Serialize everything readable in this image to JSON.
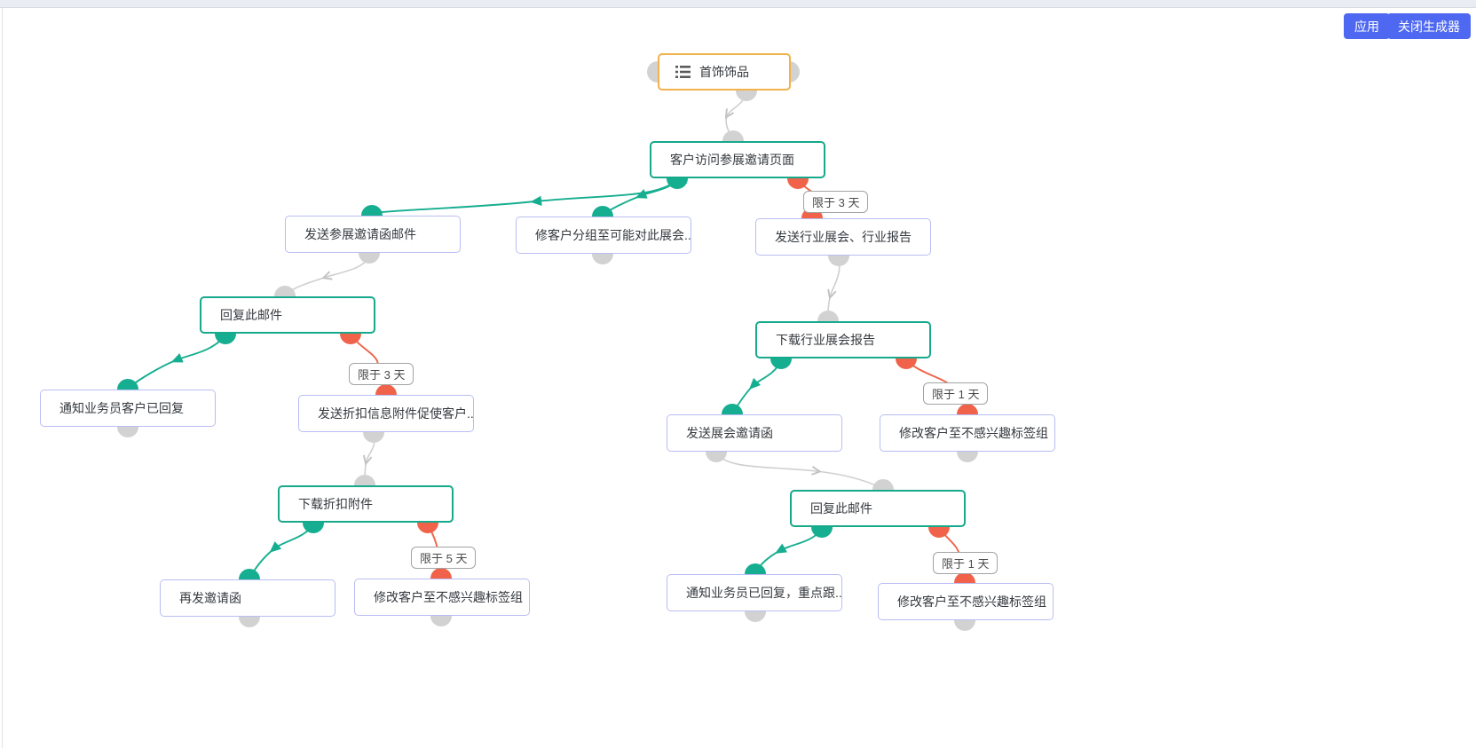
{
  "toolbar": {
    "apply_label": "应用",
    "close_label": "关闭生成器"
  },
  "colors": {
    "teal": "#16ae90",
    "red": "#f0634a",
    "root_border": "#f2b24c",
    "node_border": "#b9bdf3",
    "gray_dot": "#d2d2d2",
    "button_bg": "#4e68f1"
  },
  "nodes": [
    {
      "label": "首饰饰品",
      "icon": "list-icon",
      "kind": "trigger"
    },
    {
      "label": "客户访问参展邀请页面",
      "kind": "condition"
    },
    {
      "label": "发送参展邀请函邮件",
      "kind": "action"
    },
    {
      "label": "修客户分组至可能对此展会...",
      "kind": "action"
    },
    {
      "label": "发送行业展会、行业报告",
      "kind": "action"
    },
    {
      "label": "回复此邮件",
      "kind": "condition"
    },
    {
      "label": "通知业务员客户已回复",
      "kind": "action"
    },
    {
      "label": "发送折扣信息附件促使客户...",
      "kind": "action"
    },
    {
      "label": "下载折扣附件",
      "kind": "condition"
    },
    {
      "label": "再发邀请函",
      "kind": "action"
    },
    {
      "label": "修改客户至不感兴趣标签组",
      "kind": "action"
    },
    {
      "label": "下载行业展会报告",
      "kind": "condition"
    },
    {
      "label": "发送展会邀请函",
      "kind": "action"
    },
    {
      "label": "修改客户至不感兴趣标签组",
      "kind": "action"
    },
    {
      "label": "回复此邮件",
      "kind": "condition"
    },
    {
      "label": "通知业务员已回复，重点跟...",
      "kind": "action"
    },
    {
      "label": "修改客户至不感兴趣标签组",
      "kind": "action"
    }
  ],
  "timers": [
    {
      "label": "限于 3 天"
    },
    {
      "label": "限于 3 天"
    },
    {
      "label": "限于 5 天"
    },
    {
      "label": "限于 1 天"
    },
    {
      "label": "限于 1 天"
    }
  ]
}
